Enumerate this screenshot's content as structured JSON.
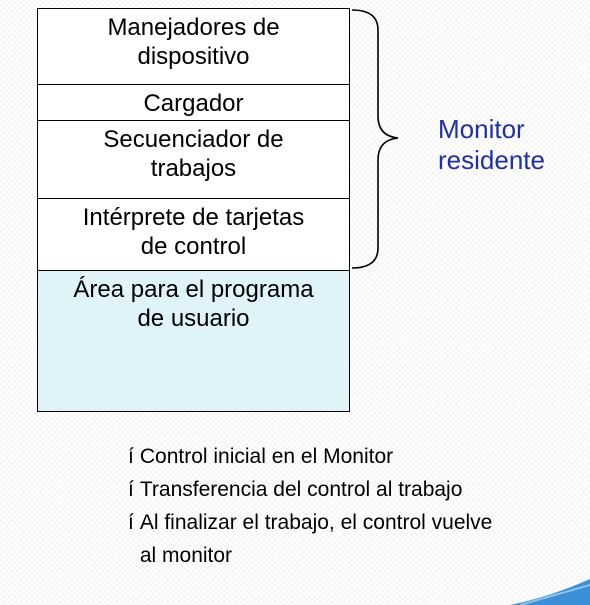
{
  "diagram": {
    "blocks": [
      {
        "label": "Manejadores de\ndispositivo"
      },
      {
        "label": "Cargador"
      },
      {
        "label": "Secuenciador de\ntrabajos"
      },
      {
        "label": "Intérprete de tarjetas\nde control"
      },
      {
        "label": "Área para el programa\nde usuario"
      }
    ],
    "brace_label": "Monitor\nresidente"
  },
  "notes": {
    "bullet": "í",
    "items": [
      {
        "text": "Control inicial en el Monitor"
      },
      {
        "text": "Transferencia del control al trabajo"
      },
      {
        "text": "Al finalizar el trabajo, el control vuelve\nal monitor"
      }
    ]
  },
  "colors": {
    "brace_label": "#1f2fa8",
    "user_area_fill": "#dff3f8",
    "corner_accent": "#3a8fd6"
  }
}
